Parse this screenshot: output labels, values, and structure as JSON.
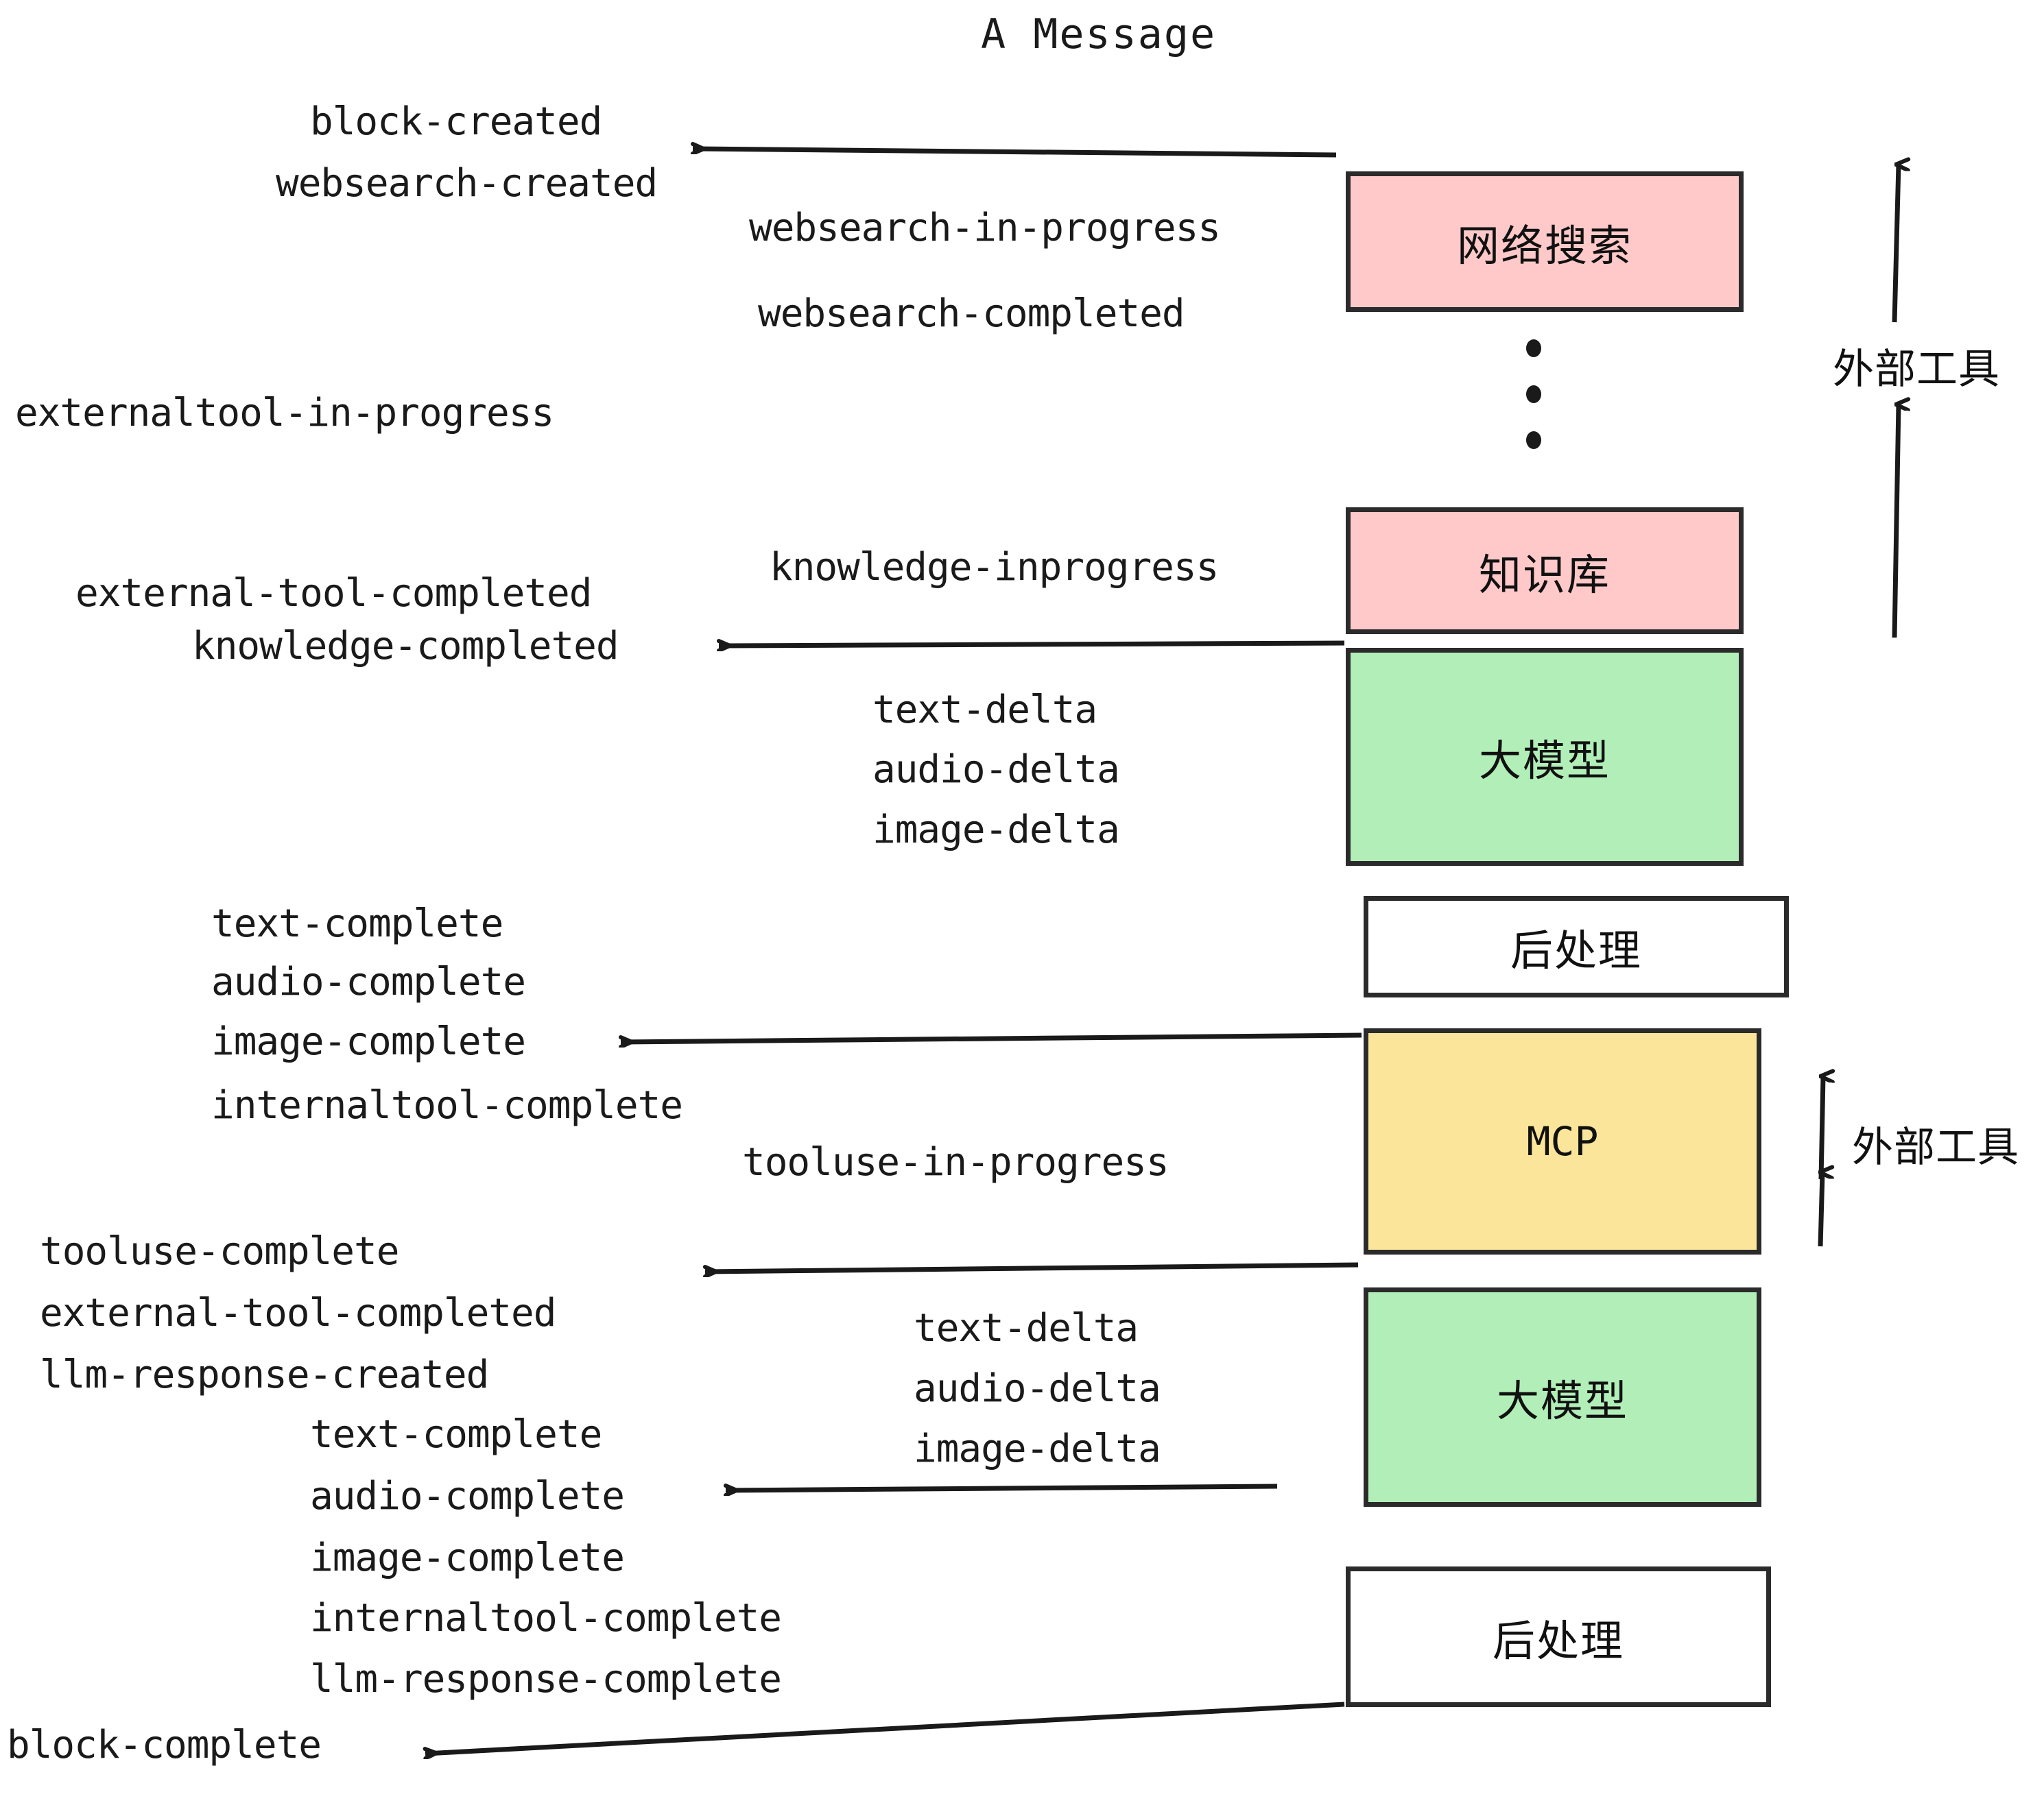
{
  "diagram": {
    "title": "A Message",
    "colors": {
      "pink": "#FFC9C9",
      "green": "#B2EFB8",
      "yellow": "#FBE59A",
      "white": "#FFFFFF",
      "stroke": "#2B2B2B",
      "text": "#1A1A1A",
      "background": "#FFFFFF"
    },
    "boxes": [
      {
        "id": "websearch",
        "label": "网络搜索",
        "fill": "pink"
      },
      {
        "id": "knowledge",
        "label": "知识库",
        "fill": "pink"
      },
      {
        "id": "llm-1",
        "label": "大模型",
        "fill": "green"
      },
      {
        "id": "postprocess-1",
        "label": "后处理",
        "fill": "white"
      },
      {
        "id": "mcp",
        "label": "MCP",
        "fill": "yellow"
      },
      {
        "id": "llm-2",
        "label": "大模型",
        "fill": "green"
      },
      {
        "id": "postprocess-2",
        "label": "后处理",
        "fill": "white"
      }
    ],
    "side_annotations": [
      {
        "id": "external-tools-top",
        "label": "外部工具"
      },
      {
        "id": "external-tools-bottom",
        "label": "外部工具"
      }
    ],
    "events": {
      "block_created": "block-created",
      "websearch_created": "websearch-created",
      "websearch_in_progress": "websearch-in-progress",
      "websearch_completed": "websearch-completed",
      "externaltool_in_progress": "externaltool-in-progress",
      "knowledge_inprogress": "knowledge-inprogress",
      "external_tool_completed_1": "external-tool-completed",
      "knowledge_completed": "knowledge-completed",
      "text_delta_1": "text-delta",
      "audio_delta_1": "audio-delta",
      "image_delta_1": "image-delta",
      "text_complete_1": "text-complete",
      "audio_complete_1": "audio-complete",
      "image_complete_1": "image-complete",
      "internaltool_complete_1": "internaltool-complete",
      "tooluse_in_progress": "tooluse-in-progress",
      "tooluse_complete": "tooluse-complete",
      "external_tool_completed_2": "external-tool-completed",
      "llm_response_created": "llm-response-created",
      "text_delta_2": "text-delta",
      "audio_delta_2": "audio-delta",
      "image_delta_2": "image-delta",
      "text_complete_2": "text-complete",
      "audio_complete_2": "audio-complete",
      "image_complete_2": "image-complete",
      "internaltool_complete_2": "internaltool-complete",
      "llm_response_complete": "llm-response-complete",
      "block_complete": "block-complete"
    },
    "ellipsis": "vertical-ellipsis-three-dots"
  }
}
